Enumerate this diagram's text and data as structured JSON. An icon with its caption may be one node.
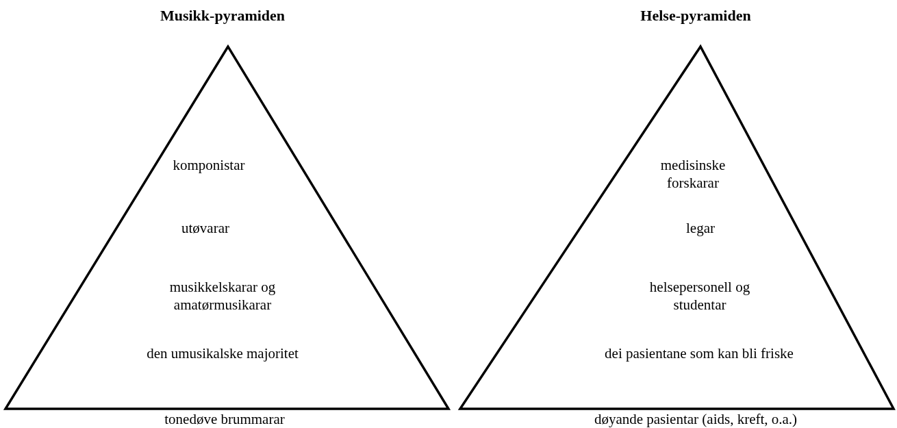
{
  "diagram": {
    "nodes": [
      {
        "text": [
          "Musikk-pyramiden",
          "komponistar",
          "utøvarar",
          "musikkelskarar og amatørmusikarar",
          "den umusikalske majoritet",
          "tonedøve brummarar"
        ]
      },
      {
        "text": [
          "Helse-pyramiden",
          "medisinske forskarar",
          "legar",
          "helsepersonell og studentar",
          "dei pasientane som kan bli friske",
          "døyande pasientar (aids, kreft, o.a.)"
        ]
      }
    ]
  }
}
